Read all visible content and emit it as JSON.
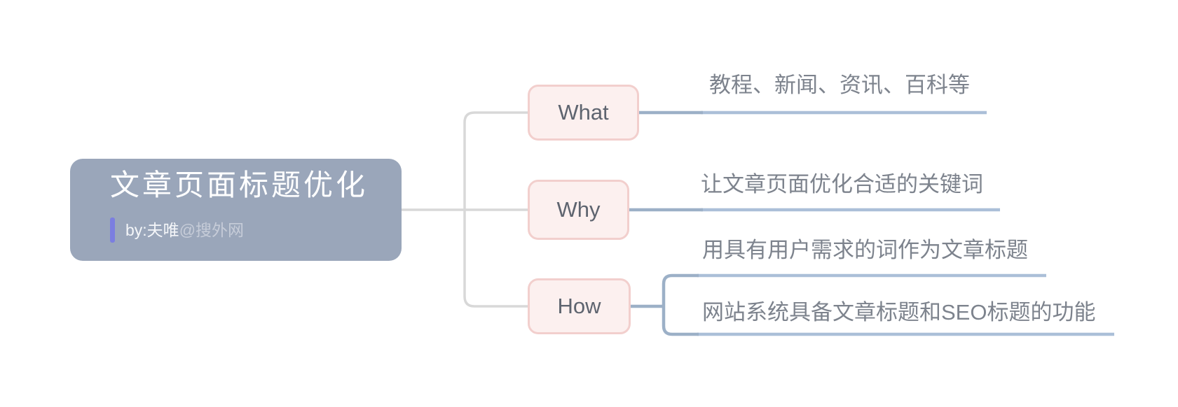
{
  "root": {
    "title": "文章页面标题优化",
    "byline": {
      "prefix": "by:夫唯",
      "suffix": "@搜外网"
    }
  },
  "branches": [
    {
      "id": "what",
      "label": "What",
      "leaves": [
        "教程、新闻、资讯、百科等"
      ]
    },
    {
      "id": "why",
      "label": "Why",
      "leaves": [
        "让文章页面优化合适的关键词"
      ]
    },
    {
      "id": "how",
      "label": "How",
      "leaves": [
        "用具有用户需求的词作为文章标题",
        "网站系统具备文章标题和SEO标题的功能"
      ]
    }
  ],
  "colors": {
    "background": "#FFFFFF",
    "root_fill": "#9AA6BA",
    "root_text": "#FFFFFF",
    "byline_accent": "#7B7EE0",
    "byline_main_text": "#F4F6F9",
    "byline_dim_text": "#C6CCD8",
    "topic_fill": "#FCF0EF",
    "topic_border": "#F2CFCD",
    "topic_text": "#5E646F",
    "leaf_text": "#7D838D",
    "connector_gray": "#D8D8D8",
    "branch_blue_dark": "#9CB0C7",
    "leaf_line_blue": "#ABBFD8"
  }
}
